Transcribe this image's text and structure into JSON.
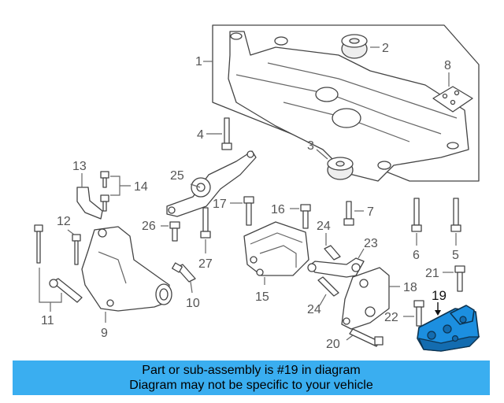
{
  "callouts": {
    "c1": "1",
    "c2": "2",
    "c3": "3",
    "c4": "4",
    "c5": "5",
    "c6": "6",
    "c7": "7",
    "c8": "8",
    "c9": "9",
    "c10": "10",
    "c11": "11",
    "c12": "12",
    "c13": "13",
    "c14": "14",
    "c15": "15",
    "c16": "16",
    "c17": "17",
    "c18": "18",
    "c19": "19",
    "c20": "20",
    "c21": "21",
    "c22": "22",
    "c23": "23",
    "c24a": "24",
    "c24b": "24",
    "c25": "25",
    "c26": "26",
    "c27": "27"
  },
  "highlight": {
    "part_number": "19",
    "color": "#1c8fe0"
  },
  "banner": {
    "line1": "Part or sub-assembly is #19 in diagram",
    "line2": "Diagram may not be specific to your vehicle",
    "color": "#3aaef0"
  }
}
